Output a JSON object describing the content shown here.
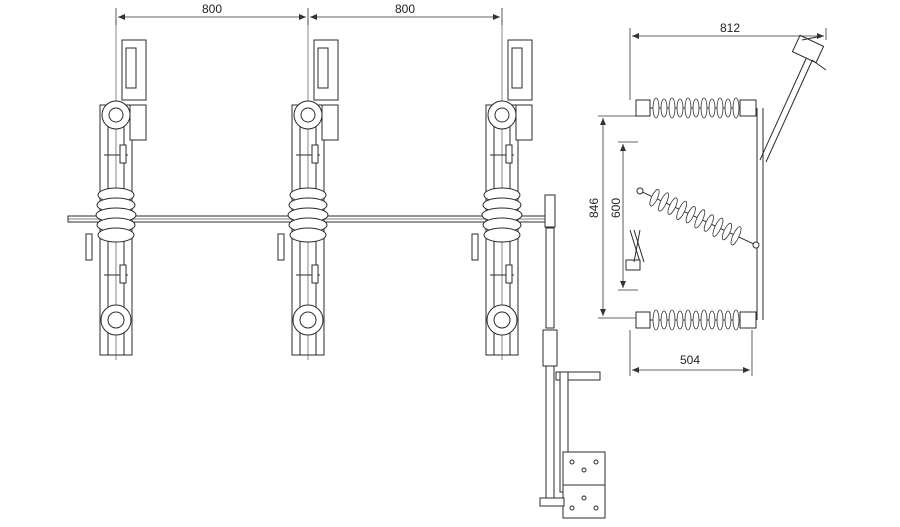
{
  "dimensions": {
    "front_spacing_left": "800",
    "front_spacing_right": "800",
    "side_width_top": "812",
    "side_height_outer": "846",
    "side_height_inner": "600",
    "side_width_bottom": "504"
  }
}
